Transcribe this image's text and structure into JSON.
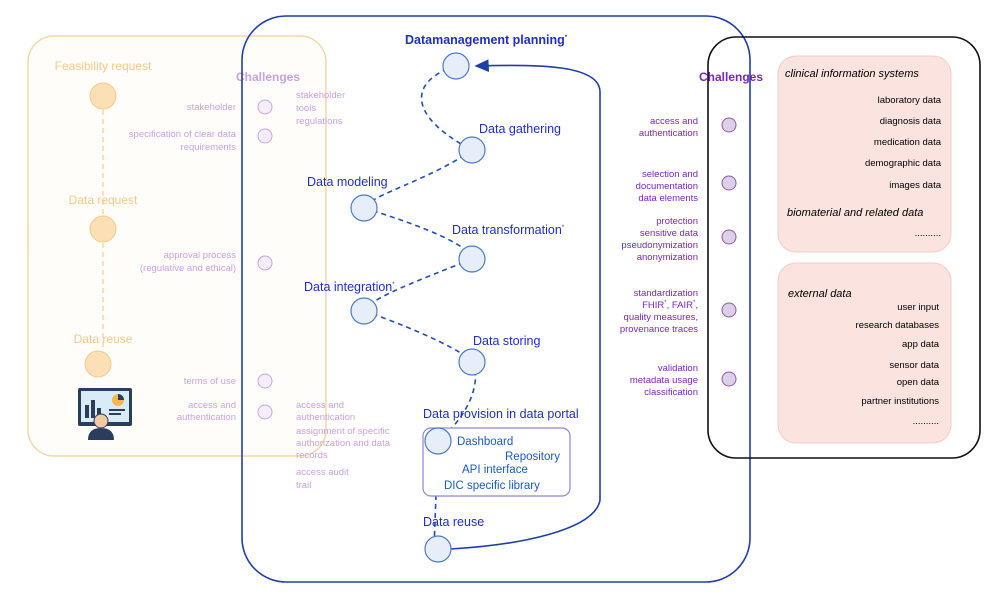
{
  "left_panel": {
    "stages": [
      "Feasibility request",
      "Data request",
      "Data reuse"
    ],
    "challenges_heading": "Challenges",
    "challenges": {
      "stakeholder": "stakeholder",
      "spec1": "specification of clear data",
      "spec2": "requirements",
      "approval1": "approval process",
      "approval2": "(regulative and ethical)",
      "terms": "terms of use",
      "access1": "access and",
      "access2": "authentication"
    },
    "subitems": {
      "s1": "stakeholder",
      "s2": "tools",
      "s3": "regulations",
      "a1": "access and",
      "a2": "authentication",
      "b1": "assignment of specific",
      "b2": "authorization and data",
      "b3": "records",
      "c1": "access audit",
      "c2": "trail"
    }
  },
  "middle": {
    "steps": {
      "planning": "Datamanagement planning",
      "gathering": "Data gathering",
      "modeling": "Data modeling",
      "transformation": "Data transformation",
      "integration": "Data integration",
      "storing": "Data storing",
      "provision": "Data provision in data portal",
      "reuse": "Data reuse"
    },
    "sup": "*",
    "portal_items": [
      "Dashboard",
      "Repository",
      "API interface",
      "DIC specific library"
    ]
  },
  "right_challenges": {
    "heading": "Challenges",
    "g1": [
      "access and",
      "authentication"
    ],
    "g2": [
      "selection and",
      "documentation",
      "data elements"
    ],
    "g3": [
      "protection",
      "sensitive data",
      "pseudonymization",
      "anonymization"
    ],
    "g4a": "standardization",
    "g4b_fhir": "FHIR",
    "g4b_sep": ", FAIR",
    "g4c": "quality measures,",
    "g4d": "provenance traces",
    "g5": [
      "validation",
      "metadata usage",
      "classification"
    ]
  },
  "sources": {
    "clinical_title": "clinical information systems",
    "clinical_items": [
      "laboratory data",
      "diagnosis data",
      "medication data",
      "demographic data",
      "images data"
    ],
    "biomaterial_title": "biomaterial and related data",
    "ellipsis": "..........",
    "external_title": "external data",
    "external_items": [
      "user input",
      "research databases",
      "app data",
      "sensor data",
      "open data",
      "partner institutions"
    ]
  },
  "colors": {
    "orange": "#f5c88a",
    "blue_frame": "#1e3fa8",
    "purple": "#7a26c2",
    "step_blue": "#1f2ec8",
    "pink_box": "#fbe3e0"
  },
  "icons": [
    "monitor-user-icon"
  ]
}
